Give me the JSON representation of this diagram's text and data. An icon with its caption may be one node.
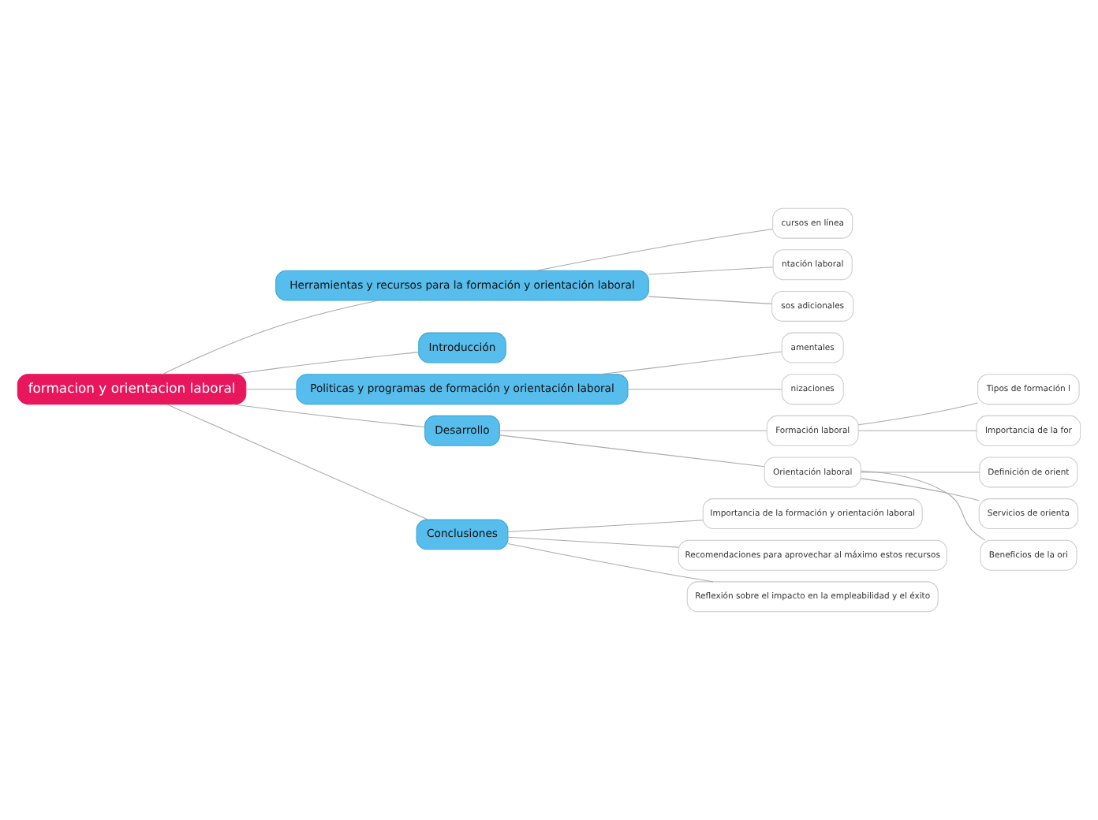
{
  "diagram": {
    "nodes": [
      {
        "text": [
          "formacion y orientacion laboral"
        ]
      },
      {
        "text": [
          "Herramientas y recursos para la formación y orientación laboral"
        ]
      },
      {
        "text": [
          "cursos en línea"
        ]
      },
      {
        "text": [
          "ntación laboral"
        ]
      },
      {
        "text": [
          "sos adicionales"
        ]
      },
      {
        "text": [
          "Introducción"
        ]
      },
      {
        "text": [
          "Politicas y programas de formación y orientación laboral"
        ]
      },
      {
        "text": [
          "amentales"
        ]
      },
      {
        "text": [
          "nizaciones"
        ]
      },
      {
        "text": [
          "Desarrollo"
        ]
      },
      {
        "text": [
          "Formación laboral"
        ]
      },
      {
        "text": [
          "Tipos de formación l"
        ]
      },
      {
        "text": [
          "Importancia de la for"
        ]
      },
      {
        "text": [
          "Orientación laboral"
        ]
      },
      {
        "text": [
          "Definición de orient"
        ]
      },
      {
        "text": [
          "Servicios de orienta"
        ]
      },
      {
        "text": [
          "Beneficios de la ori"
        ]
      },
      {
        "text": [
          "Conclusiones"
        ]
      },
      {
        "text": [
          "Importancia de la formación y orientación laboral"
        ]
      },
      {
        "text": [
          "Recomendaciones para aprovechar al máximo estos recursos"
        ]
      },
      {
        "text": [
          "Reflexión sobre el impacto en la empleabilidad y el éxito"
        ]
      }
    ],
    "edges": [
      {
        "from": 0,
        "to": 1,
        "arrow": "none"
      },
      {
        "from": 1,
        "to": 2,
        "arrow": "none"
      },
      {
        "from": 1,
        "to": 3,
        "arrow": "none"
      },
      {
        "from": 1,
        "to": 4,
        "arrow": "none"
      },
      {
        "from": 0,
        "to": 5,
        "arrow": "none"
      },
      {
        "from": 0,
        "to": 6,
        "arrow": "none"
      },
      {
        "from": 6,
        "to": 7,
        "arrow": "none"
      },
      {
        "from": 6,
        "to": 8,
        "arrow": "none"
      },
      {
        "from": 0,
        "to": 9,
        "arrow": "none"
      },
      {
        "from": 9,
        "to": 10,
        "arrow": "none"
      },
      {
        "from": 10,
        "to": 11,
        "arrow": "none"
      },
      {
        "from": 10,
        "to": 12,
        "arrow": "none"
      },
      {
        "from": 9,
        "to": 13,
        "arrow": "none"
      },
      {
        "from": 13,
        "to": 14,
        "arrow": "none"
      },
      {
        "from": 13,
        "to": 15,
        "arrow": "none"
      },
      {
        "from": 13,
        "to": 16,
        "arrow": "none"
      },
      {
        "from": 0,
        "to": 17,
        "arrow": "none"
      },
      {
        "from": 17,
        "to": 18,
        "arrow": "none"
      },
      {
        "from": 17,
        "to": 19,
        "arrow": "none"
      },
      {
        "from": 17,
        "to": 20,
        "arrow": "none"
      }
    ]
  }
}
